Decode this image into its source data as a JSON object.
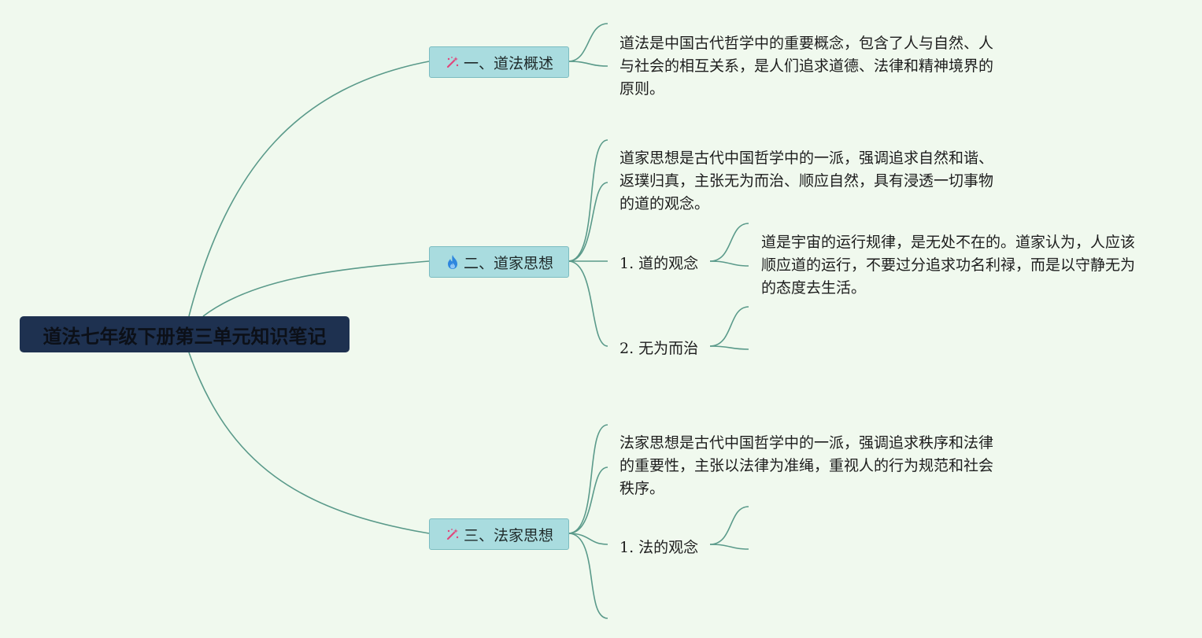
{
  "root": {
    "title": "道法七年级下册第三单元知识笔记"
  },
  "branches": [
    {
      "icon": "magic-wand-icon",
      "label": "一、道法概述",
      "paragraph": [
        "道法是中国古代哲学中的重要概念，包含了人与自然、人",
        "与社会的相互关系，是人们追求道德、法律和精神境界的",
        "原则。"
      ]
    },
    {
      "icon": "flame-icon",
      "label": "二、道家思想",
      "paragraph": [
        "道家思想是古代中国哲学中的一派，强调追求自然和谐、",
        "返璞归真，主张无为而治、顺应自然，具有浸透一切事物",
        "的道的观念。"
      ],
      "subs": [
        {
          "number": "1.",
          "label": "道的观念",
          "detail": [
            "道是宇宙的运行规律，是无处不在的。道家认为，人应该",
            "顺应道的运行，不要过分追求功名利禄，而是以守静无为",
            "的态度去生活。"
          ]
        },
        {
          "number": "2.",
          "label": "无为而治"
        }
      ]
    },
    {
      "icon": "magic-wand-icon",
      "label": "三、法家思想",
      "paragraph": [
        "法家思想是古代中国哲学中的一派，强调追求秩序和法律",
        "的重要性，主张以法律为准绳，重视人的行为规范和社会",
        "秩序。"
      ],
      "subs": [
        {
          "number": "1.",
          "label": "法的观念"
        }
      ]
    }
  ],
  "colors": {
    "background": "#f0f9ee",
    "connector": "#5a9a8a",
    "root_fill": "#1e3150",
    "branch_fill": "#a9dcdf",
    "wand_icon": "#e0457a",
    "flame_icon": "#2e86de"
  }
}
